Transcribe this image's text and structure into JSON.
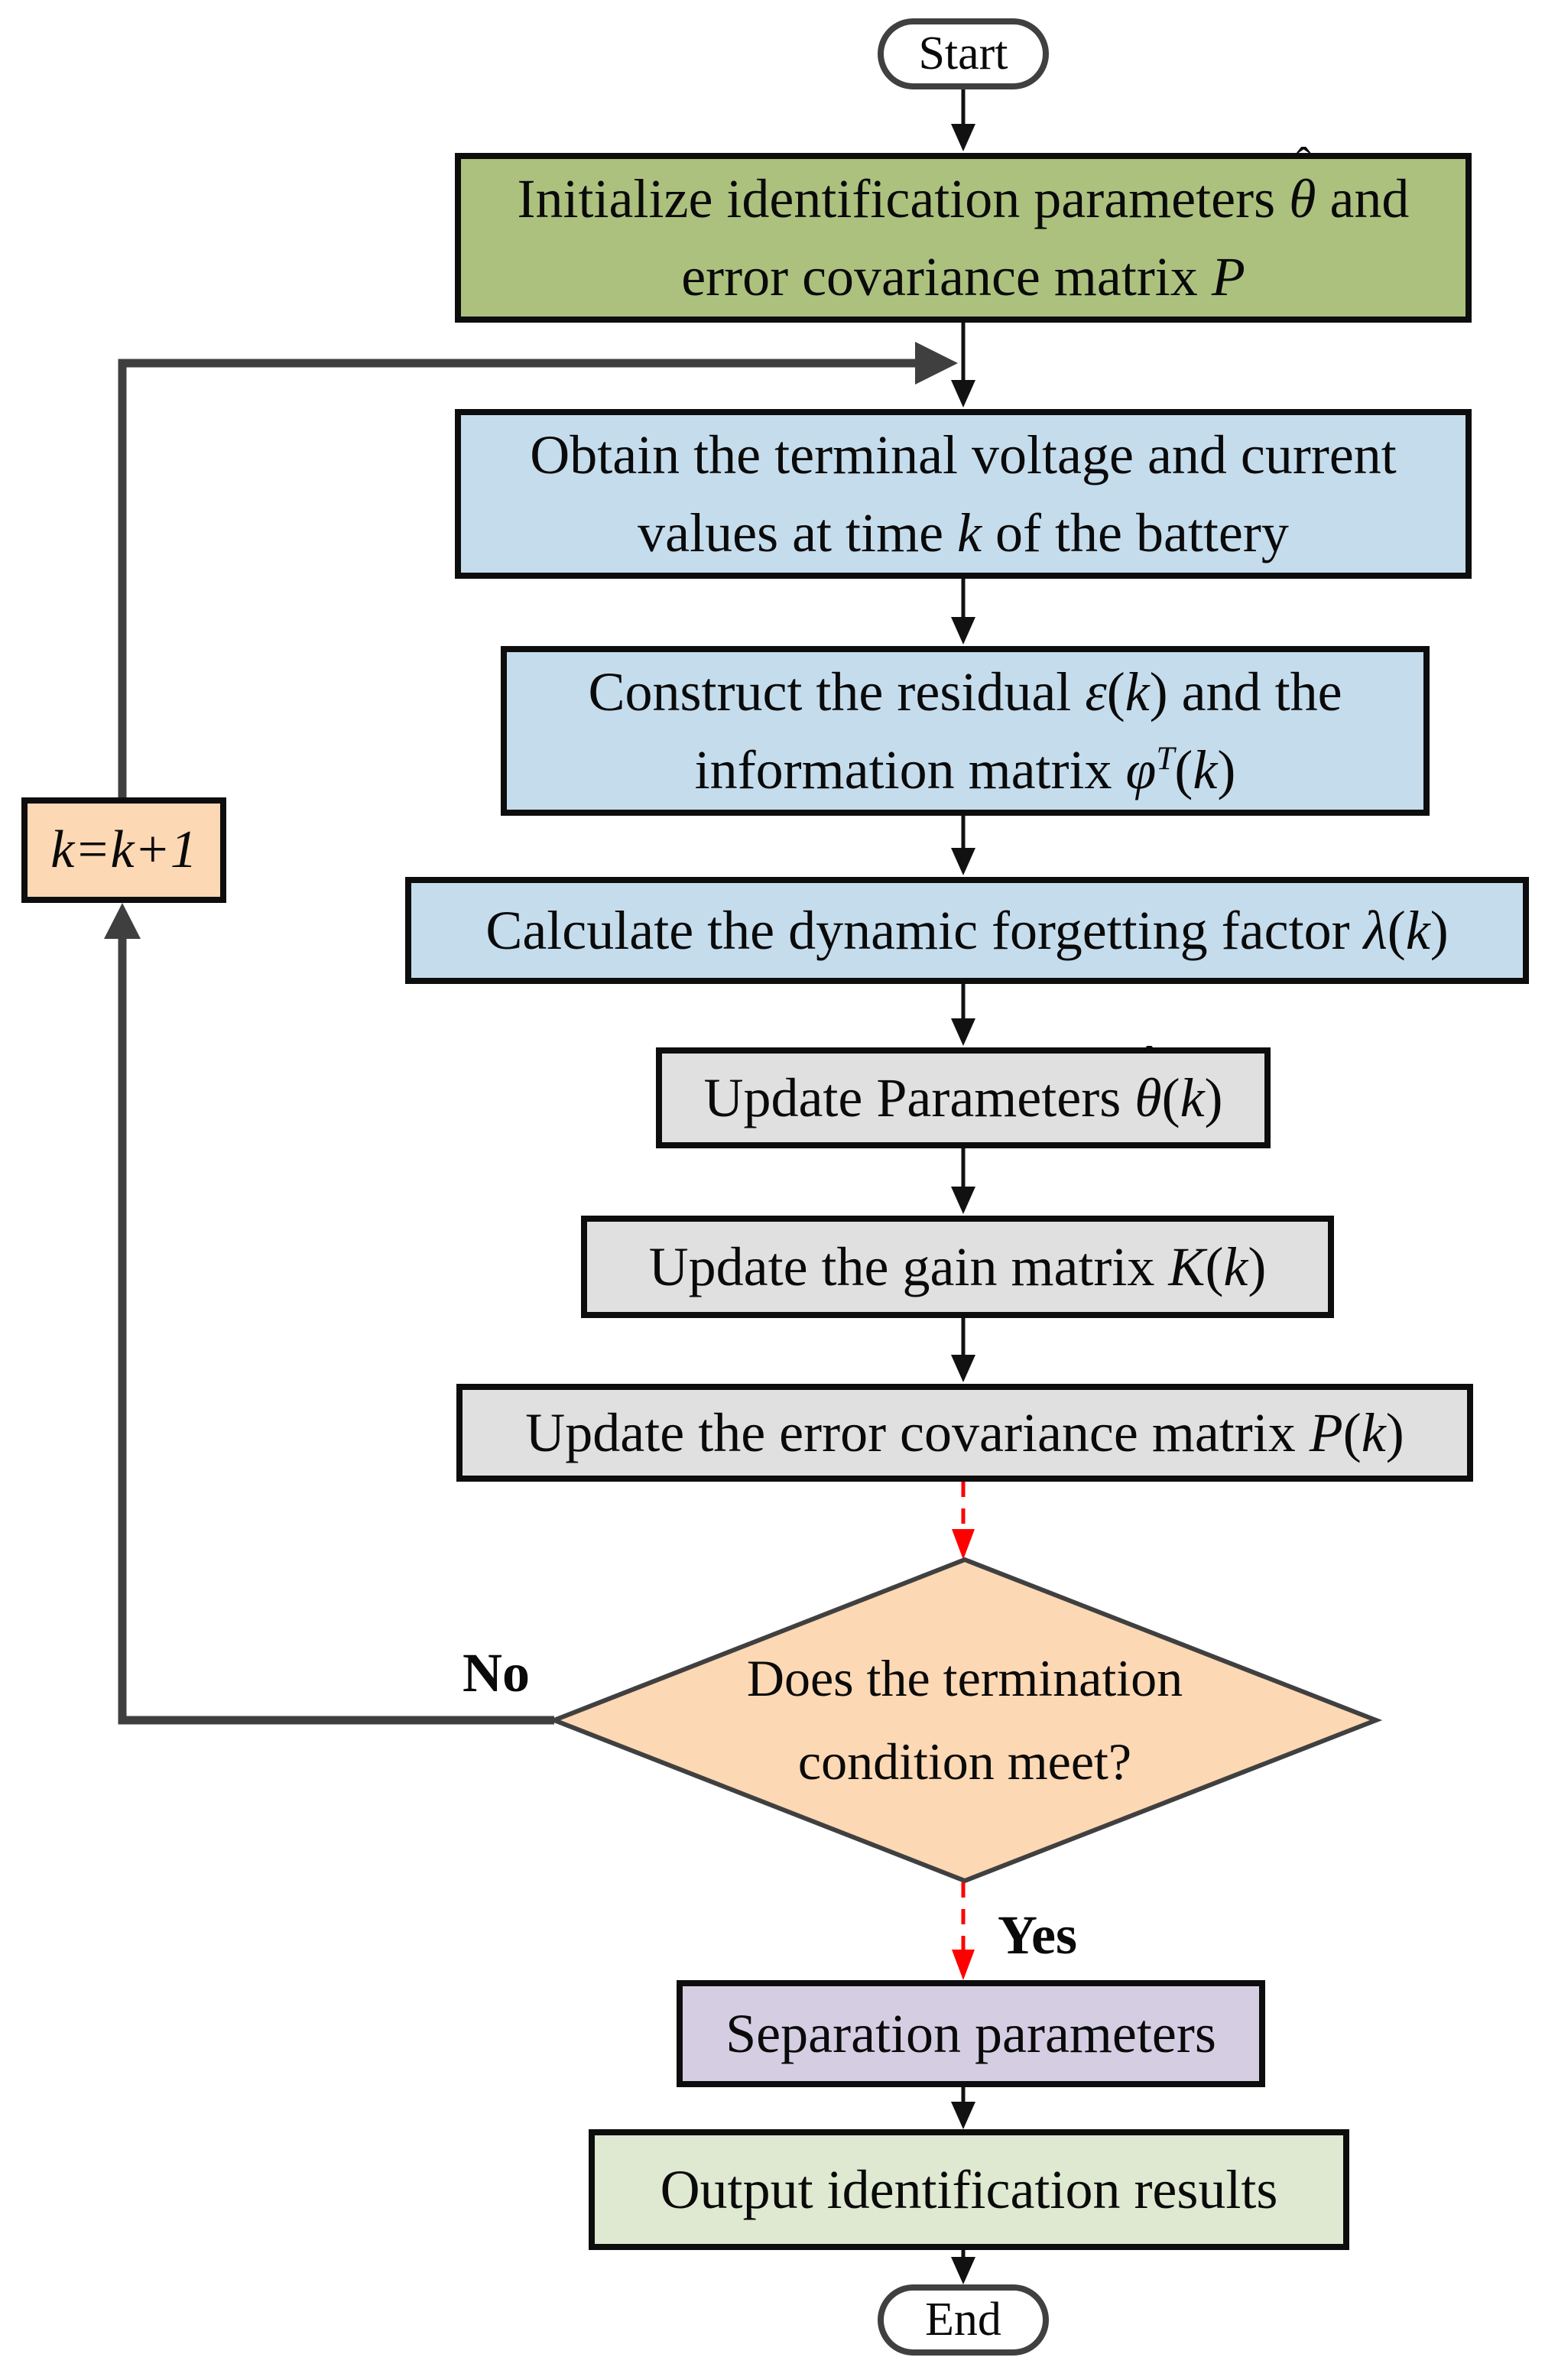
{
  "colors": {
    "init_fill": "#adc17f",
    "process_fill": "#c5dcec",
    "update_fill": "#e0e0e0",
    "decision_fill": "#fcd8b4",
    "separation_fill": "#d5cee3",
    "output_fill": "#dfe8d0",
    "box_border": "#0d0d0d",
    "terminal_border": "#404040",
    "arrow": "#111111",
    "loop_arrow": "#3f3f3f",
    "decision_arrow": "#ff0000",
    "text": "#0a0a0a"
  },
  "nodes": {
    "start": {
      "label": "Start"
    },
    "end": {
      "label": "End"
    },
    "init": {
      "lines": [
        [
          {
            "t": "Initialize identification parameters "
          },
          {
            "t": "θ",
            "i": true,
            "hat": "ˆ"
          },
          {
            "t": " and"
          }
        ],
        [
          {
            "t": "error covariance matrix "
          },
          {
            "t": "P",
            "i": true
          }
        ]
      ]
    },
    "obtain": {
      "lines": [
        [
          {
            "t": "Obtain the terminal voltage and current"
          }
        ],
        [
          {
            "t": "values at time "
          },
          {
            "t": "k",
            "i": true
          },
          {
            "t": " of the battery"
          }
        ]
      ]
    },
    "construct": {
      "lines": [
        [
          {
            "t": "Construct the residual "
          },
          {
            "t": "ε",
            "i": true
          },
          {
            "t": "("
          },
          {
            "t": "k",
            "i": true
          },
          {
            "t": ") and the"
          }
        ],
        [
          {
            "t": "information matrix "
          },
          {
            "t": "φ",
            "i": true
          },
          {
            "t": "T",
            "i": true,
            "sup": true
          },
          {
            "t": "("
          },
          {
            "t": "k",
            "i": true
          },
          {
            "t": ")"
          }
        ]
      ]
    },
    "forgetting": {
      "lines": [
        [
          {
            "t": "Calculate the dynamic forgetting factor "
          },
          {
            "t": "λ",
            "i": true
          },
          {
            "t": "("
          },
          {
            "t": "k",
            "i": true
          },
          {
            "t": ")"
          }
        ]
      ]
    },
    "update_parameters": {
      "lines": [
        [
          {
            "t": "Update Parameters "
          },
          {
            "t": "θ",
            "i": true,
            "hat": "ˆ"
          },
          {
            "t": "("
          },
          {
            "t": "k",
            "i": true
          },
          {
            "t": ")"
          }
        ]
      ]
    },
    "update_gain": {
      "lines": [
        [
          {
            "t": "Update the gain matrix "
          },
          {
            "t": "K",
            "i": true
          },
          {
            "t": "("
          },
          {
            "t": "k",
            "i": true
          },
          {
            "t": ")"
          }
        ]
      ]
    },
    "update_covariance": {
      "lines": [
        [
          {
            "t": "Update the error covariance matrix "
          },
          {
            "t": "P",
            "i": true
          },
          {
            "t": "("
          },
          {
            "t": "k",
            "i": true
          },
          {
            "t": ")"
          }
        ]
      ]
    },
    "decision": {
      "lines": [
        [
          {
            "t": "Does the termination"
          }
        ],
        [
          {
            "t": "condition meet?"
          }
        ]
      ]
    },
    "increment": {
      "lines": [
        [
          {
            "t": "k=k+1",
            "i": true
          }
        ]
      ]
    },
    "separation": {
      "lines": [
        [
          {
            "t": "Separation parameters"
          }
        ]
      ]
    },
    "output": {
      "lines": [
        [
          {
            "t": "Output identification results"
          }
        ]
      ]
    }
  },
  "labels": {
    "no": "No",
    "yes": "Yes"
  }
}
